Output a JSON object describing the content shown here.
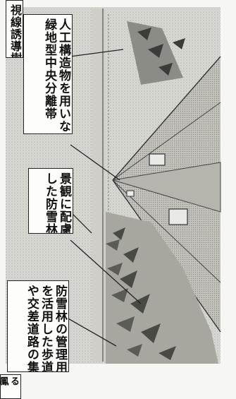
{
  "colors": {
    "ink": "#222222",
    "paper": "#f6f6f3",
    "road": "#bdbdbd",
    "verge": "#d7d7d1"
  },
  "callouts": {
    "maintenance_road": {
      "lines": [
        "防雪林の管理用道路",
        "を活用した歩道整備",
        "や交差道路の集約"
      ]
    },
    "scenery_forest": {
      "lines": [
        "景観に配慮",
        "した防雪林"
      ]
    },
    "median_strip": {
      "lines": [
        "人工構造物を用いない",
        "緑地型中央分離帯"
      ]
    },
    "guidance_strip": {
      "lines": [
        "視線誘導樹"
      ]
    },
    "bottom_fragment": {
      "lines": [
        "る",
        "鳳"
      ]
    }
  }
}
